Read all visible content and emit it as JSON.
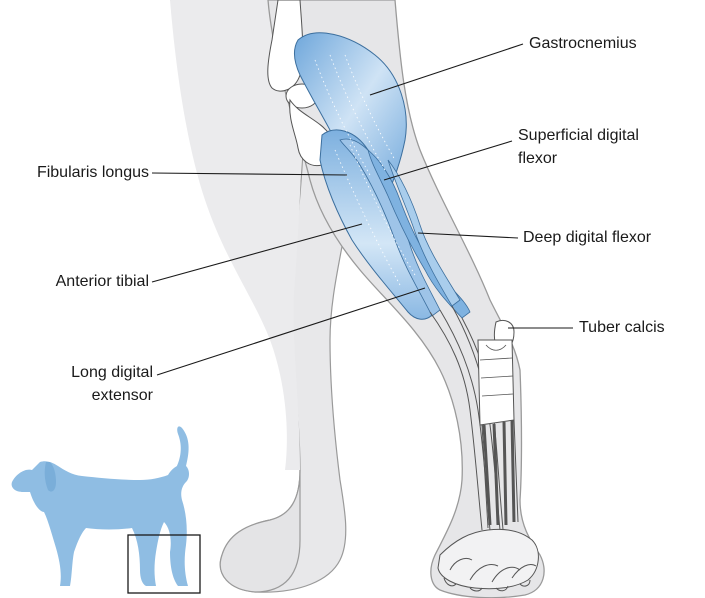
{
  "labels": {
    "gastrocnemius": "Gastrocnemius",
    "superficial_digital_flexor_line1": "Superficial digital",
    "superficial_digital_flexor_line2": "flexor",
    "deep_digital_flexor": "Deep digital flexor",
    "tuber_calcis": "Tuber calcis",
    "fibularis_longus": "Fibularis longus",
    "anterior_tibial": "Anterior tibial",
    "long_digital_extensor_line1": "Long digital",
    "long_digital_extensor_line2": "extensor"
  },
  "colors": {
    "skin_outline": "#e6e6e8",
    "skin_stroke": "#9a9a9a",
    "muscle_fill": "#8ab8e3",
    "muscle_light": "#cfe3f5",
    "bone_fill": "#ffffff",
    "bone_stroke": "#555555",
    "leader_line": "#1a1a1a",
    "dog_silhouette": "#8fbde3"
  }
}
